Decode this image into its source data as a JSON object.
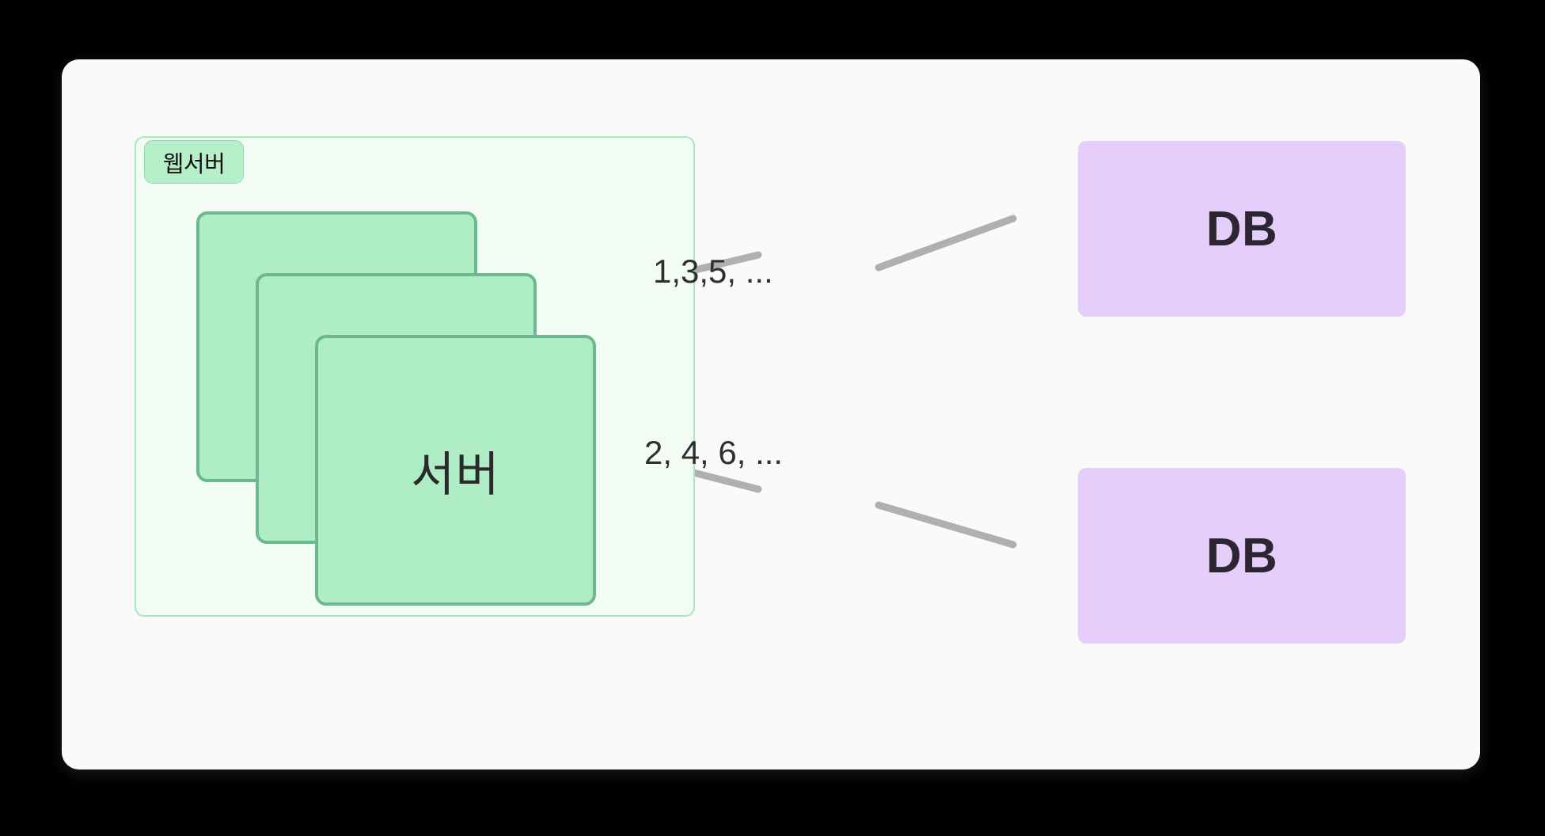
{
  "diagram": {
    "title": "Web Server and Database Sharding Diagram",
    "background_color": "#000000",
    "canvas_color": "#FAFAFA"
  },
  "group": {
    "label": "웹서버",
    "fill_color": "#F2FCF5",
    "border_color": "#A8E8BE",
    "badge_fill": "#B6F0C9",
    "badge_border": "#8FD8A8"
  },
  "servers": {
    "count": 3,
    "label": "서버",
    "fill_color": "#AFEDC4",
    "border_color": "#6CB890",
    "items": [
      {
        "name": "server-back"
      },
      {
        "name": "server-middle"
      },
      {
        "name": "server-front",
        "label": "서버"
      }
    ]
  },
  "databases": {
    "fill_color": "#E5CFFA",
    "text_color": "#2B2632",
    "items": [
      {
        "label": "DB",
        "role": "odd-shard"
      },
      {
        "label": "DB",
        "role": "even-shard"
      }
    ]
  },
  "connectors": {
    "line_color": "#B0B0B0",
    "stroke_width": 9,
    "items": [
      {
        "label": "1,3,5, ...",
        "from": "web-server-group",
        "to": "db-primary"
      },
      {
        "label": "2, 4, 6, ...",
        "from": "web-server-group",
        "to": "db-secondary"
      }
    ]
  }
}
